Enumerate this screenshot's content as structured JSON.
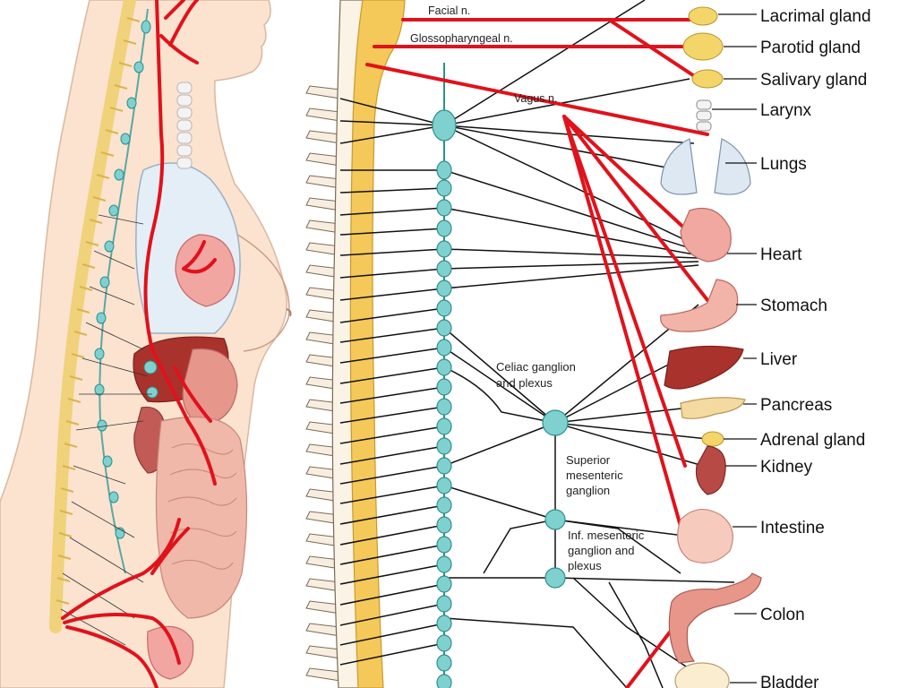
{
  "colors": {
    "parasympathetic": "#e0121b",
    "sympathetic": "#111111",
    "ganglion": "#7fd1cf",
    "ganglion_stroke": "#2f8f8c",
    "spine": "#f4c95a",
    "skin": "#fbe3d0",
    "organ_pink": "#f0a8a0",
    "liver": "#a9322c"
  },
  "nerves": {
    "facial": "Facial n.",
    "glossopharyngeal": "Glossopharyngeal n.",
    "vagus": "Vagus n."
  },
  "ganglia": {
    "celiac": [
      "Celiac ganglion",
      "and plexus"
    ],
    "superior_mesenteric": [
      "Superior",
      "mesenteric",
      "ganglion"
    ],
    "inferior_mesenteric": [
      "Inf. mesenteric",
      "ganglion and",
      "plexus"
    ]
  },
  "organs": [
    {
      "key": "lacrimal",
      "label": "Lacrimal gland",
      "icon": "gland-icon"
    },
    {
      "key": "parotid",
      "label": "Parotid gland",
      "icon": "gland-icon"
    },
    {
      "key": "salivary",
      "label": "Salivary gland",
      "icon": "gland-icon"
    },
    {
      "key": "larynx",
      "label": "Larynx",
      "icon": "larynx-icon"
    },
    {
      "key": "lungs",
      "label": "Lungs",
      "icon": "lungs-icon"
    },
    {
      "key": "heart",
      "label": "Heart",
      "icon": "heart-icon"
    },
    {
      "key": "stomach",
      "label": "Stomach",
      "icon": "stomach-icon"
    },
    {
      "key": "liver",
      "label": "Liver",
      "icon": "liver-icon"
    },
    {
      "key": "pancreas",
      "label": "Pancreas",
      "icon": "pancreas-icon"
    },
    {
      "key": "adrenal",
      "label": "Adrenal gland",
      "icon": "adrenal-icon"
    },
    {
      "key": "kidney",
      "label": "Kidney",
      "icon": "kidney-icon"
    },
    {
      "key": "intestine",
      "label": "Intestine",
      "icon": "intestine-icon"
    },
    {
      "key": "colon",
      "label": "Colon",
      "icon": "colon-icon"
    },
    {
      "key": "bladder",
      "label": "Bladder",
      "icon": "bladder-icon"
    }
  ]
}
